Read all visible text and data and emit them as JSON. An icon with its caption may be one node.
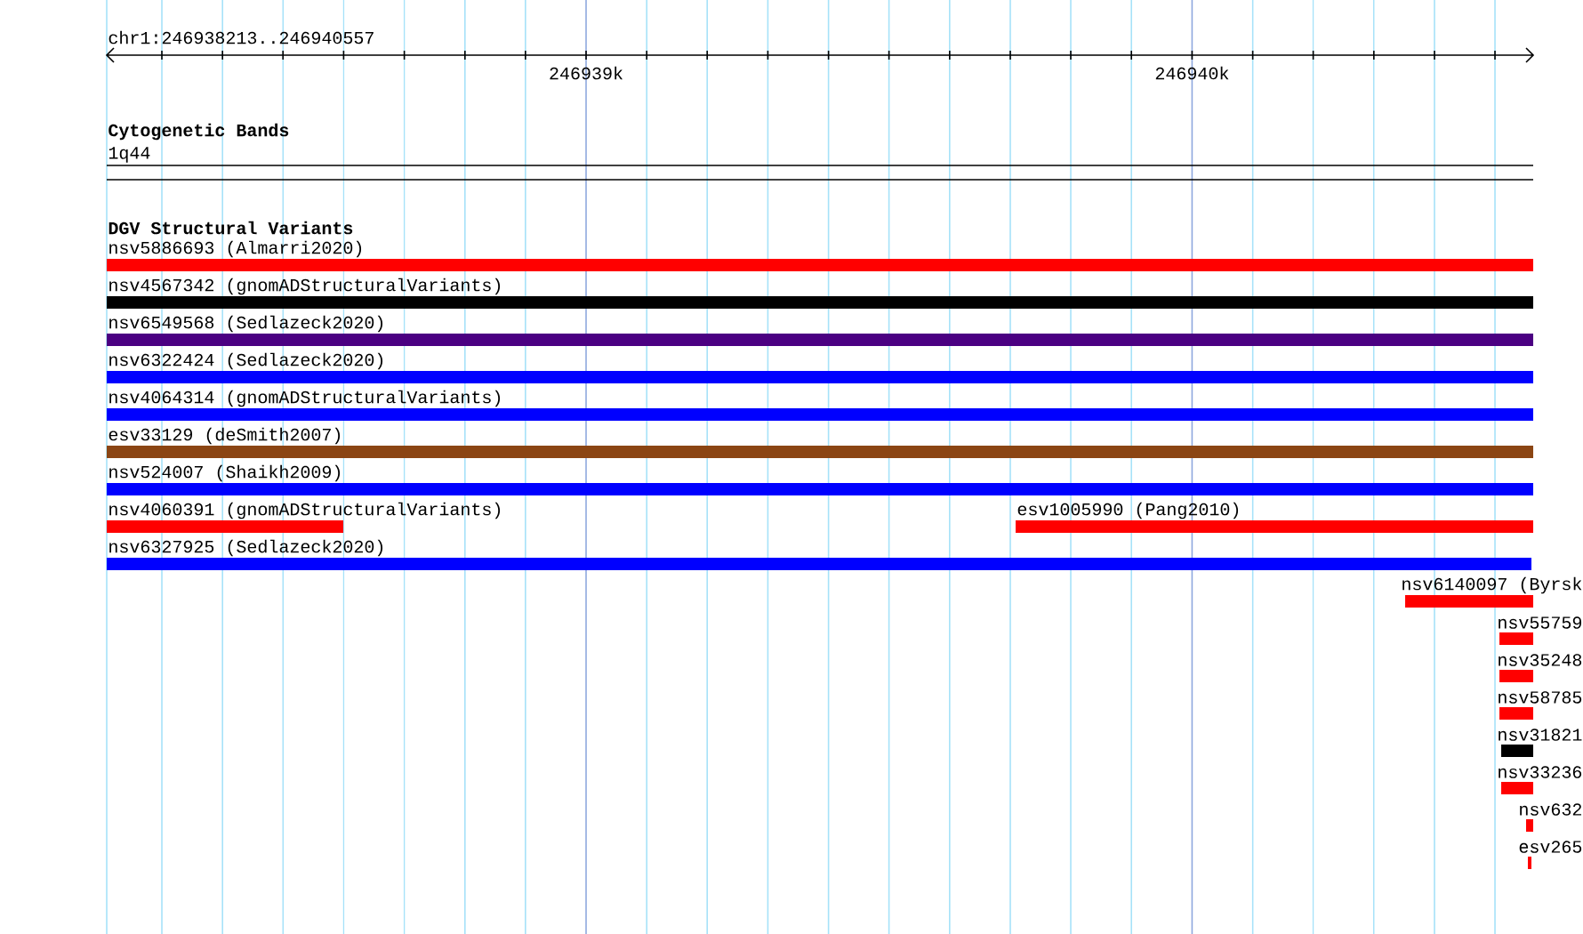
{
  "diagram": {
    "nodes": [
      {
        "text": [
          "nsv5886693 (Almarri2020)"
        ]
      },
      {
        "text": [
          "nsv4567342 (gnomADStructuralVariants)"
        ]
      },
      {
        "text": [
          "nsv6549568 (Sedlazeck2020)"
        ]
      },
      {
        "text": [
          "nsv6322424 (Sedlazeck2020)"
        ]
      },
      {
        "text": [
          "nsv4064314 (gnomADStructuralVariants)"
        ]
      },
      {
        "text": [
          "esv33129 (deSmith2007)"
        ]
      },
      {
        "text": [
          "nsv524007 (Shaikh2009)"
        ]
      },
      {
        "text": [
          "nsv4060391 (gnomADStructuralVariants)"
        ]
      },
      {
        "text": [
          "esv1005990 (Pang2010)"
        ]
      },
      {
        "text": [
          "nsv6327925 (Sedlazeck2020)"
        ]
      },
      {
        "text": [
          "nsv6140097 (Byrsk"
        ]
      },
      {
        "text": [
          "nsv55759"
        ]
      },
      {
        "text": [
          "nsv35248"
        ]
      },
      {
        "text": [
          "nsv58785"
        ]
      },
      {
        "text": [
          "nsv31821"
        ]
      },
      {
        "text": [
          "nsv33236"
        ]
      },
      {
        "text": [
          "nsv632"
        ]
      },
      {
        "text": [
          "esv265"
        ]
      }
    ],
    "labels": [
      "chr1:246938213..246940557",
      "246939k",
      "246940k",
      "Cytogenetic Bands",
      "1q44",
      "DGV Structural Variants"
    ]
  }
}
